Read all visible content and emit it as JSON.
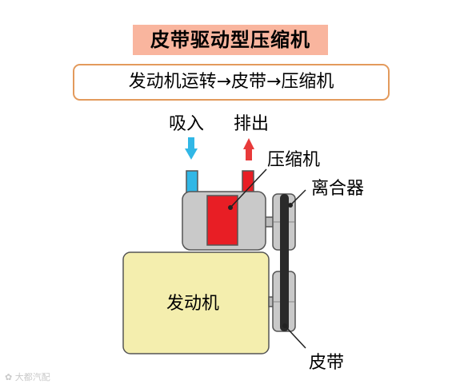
{
  "title": "皮带驱动型压缩机",
  "flow": "发动机运转→皮带→压缩机",
  "labels": {
    "intake": "吸入",
    "exhaust": "排出",
    "compressor": "压缩机",
    "clutch": "离合器",
    "engine": "发动机",
    "belt": "皮带"
  },
  "watermark": "大都汽配",
  "colors": {
    "title_bg": "#f9b59e",
    "flow_border": "#e39a5c",
    "intake_arrow": "#31b7e6",
    "exhaust_arrow": "#e83a3a",
    "compressor_body": "#c9c9c9",
    "piston": "#e81e25",
    "engine_body": "#f4eeae",
    "belt": "#2a2a2a"
  }
}
